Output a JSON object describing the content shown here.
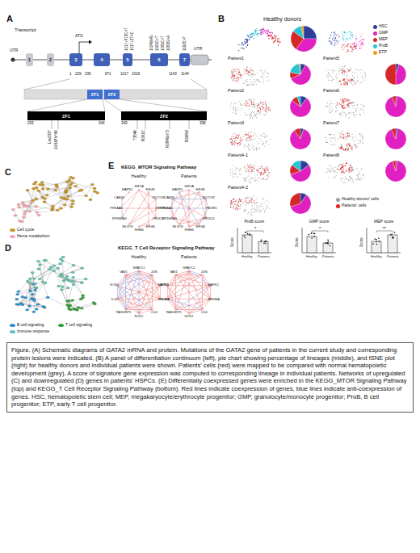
{
  "diagram": {
    "caption": "Figure. (A) Schematic diagrams of GATA2 mRNA and protein. Mutations of the GATA2 gene of patients in the current study and corresponding protein lesions were indicated. (B) A panel of differentiation continuum (left), pie chart showing percentage of lineages (middle), and tSNE plot (right) for healthy donors and individual patients were shown. Patients' cells (red) were mapped to be compared with normal hematopoietic development (grey). A score of signature gene expression was computed to corresponding lineage in individual patients. Networks of upregulated (C) and downregulated (D) genes in patients' HSPCs. (E) Differentially coexpressed genes were enriched in the KEGG_MTOR Signaling Pathway (top) and KEGG_T Cell Receptor Signaling Pathway (bottom). Red lines indicate coexpression of genes, blue lines indicate anti-coexpression of genes. HSC, hematopoietic stem cell; MEP, megakaryocyte/erythrocyte progenitor; GMP, granulocyte/monocyte progenitor; ProB, B cell progenitor; ETP, early T cell progenitor.",
    "nodes": [
      {
        "text": [
          "1"
        ]
      },
      {
        "text": [
          "2"
        ]
      },
      {
        "text": [
          "3"
        ]
      },
      {
        "text": [
          "4"
        ]
      },
      {
        "text": [
          "5"
        ]
      },
      {
        "text": [
          "6"
        ]
      },
      {
        "text": [
          "7"
        ]
      },
      {
        "text": [
          "ZF1"
        ]
      },
      {
        "text": [
          "ZF2"
        ]
      },
      {
        "text": [
          "ZF1"
        ]
      },
      {
        "text": [
          "ZF2"
        ]
      }
    ],
    "labels": [
      "A",
      "Transcript",
      "UTR",
      "UTR",
      "ATG",
      "1",
      "229",
      "236",
      "871",
      "1017",
      "1018",
      "1143",
      "1144",
      "1017+572C>T",
      "1017+2T>C",
      "1024delG",
      "1061C>T",
      "1081C>T",
      "1082G>A",
      "1192C>T",
      "293",
      "344",
      "349",
      "398",
      "Leu339*",
      "A341Pfs*46",
      "T354K",
      "R361C",
      "R384Gfs*3",
      "R398W",
      "B",
      "Healthy donors",
      "Patient1",
      "Patient5",
      "Patient2",
      "Patient6",
      "Patient3",
      "Patient7",
      "Patient4-1",
      "Patient8",
      "Patient4-2",
      "ProB score",
      "GMP score",
      "MEP score",
      "Score",
      "Score",
      "Score",
      "Healthy",
      "Patients",
      "Healthy",
      "Patients",
      "Healthy",
      "Patients",
      "*",
      "*",
      "**",
      "C",
      "D",
      "E",
      "KEGG_MTOR Signaling Pathway",
      "Healthy",
      "Patients",
      "KEGG_T Cell Receptor Signaling Pathway",
      "Healthy",
      "Patients",
      "HIF1A",
      "EIF4E",
      "RICTOR",
      "PIK3R1",
      "PIK3CD",
      "EIF4B",
      "RHEB",
      "MLST8",
      "RPS6KA3",
      "PRKAA1",
      "CAB39",
      "MAPK1",
      "HIF1A",
      "EIF4E",
      "RICTOR",
      "PIK3R1",
      "PIK3CD",
      "EIF4B",
      "RHEB",
      "MLST8",
      "RPS6KA3",
      "PRKAA1",
      "CAB39",
      "MAPK1",
      "NFATC1",
      "JUN",
      "MAPK1",
      "NFKBIA",
      "CD4",
      "NCK2",
      "RASGRP1",
      "IL10",
      "SOS1",
      "VAV1",
      "NFATC1",
      "JUN",
      "MAPK1",
      "NFKBIA",
      "CD4",
      "NCK2",
      "RASGRP1",
      "IL10",
      "SOS1",
      "VAV1"
    ],
    "legend": [
      {
        "text": "HSC",
        "color": "#2c3e99"
      },
      {
        "text": "GMP",
        "color": "#e020c0"
      },
      {
        "text": "MEP",
        "color": "#d62728"
      },
      {
        "text": "ProB",
        "color": "#27c4d8"
      },
      {
        "text": "ETP",
        "color": "#f39c12"
      },
      {
        "text": "Healthy donors' cells",
        "color": "#a0a0a0"
      },
      {
        "text": "Patients' cells",
        "color": "#e0201b"
      },
      {
        "text": "Cell cycle",
        "color": "#c8962a"
      },
      {
        "text": "Heme metabolism",
        "color": "#f4a6b8"
      },
      {
        "text": "B cell signaling",
        "color": "#2a8fd6"
      },
      {
        "text": "Immune response",
        "color": "#5fc4b8"
      },
      {
        "text": "T cell signaling",
        "color": "#2e9e3e"
      }
    ]
  }
}
